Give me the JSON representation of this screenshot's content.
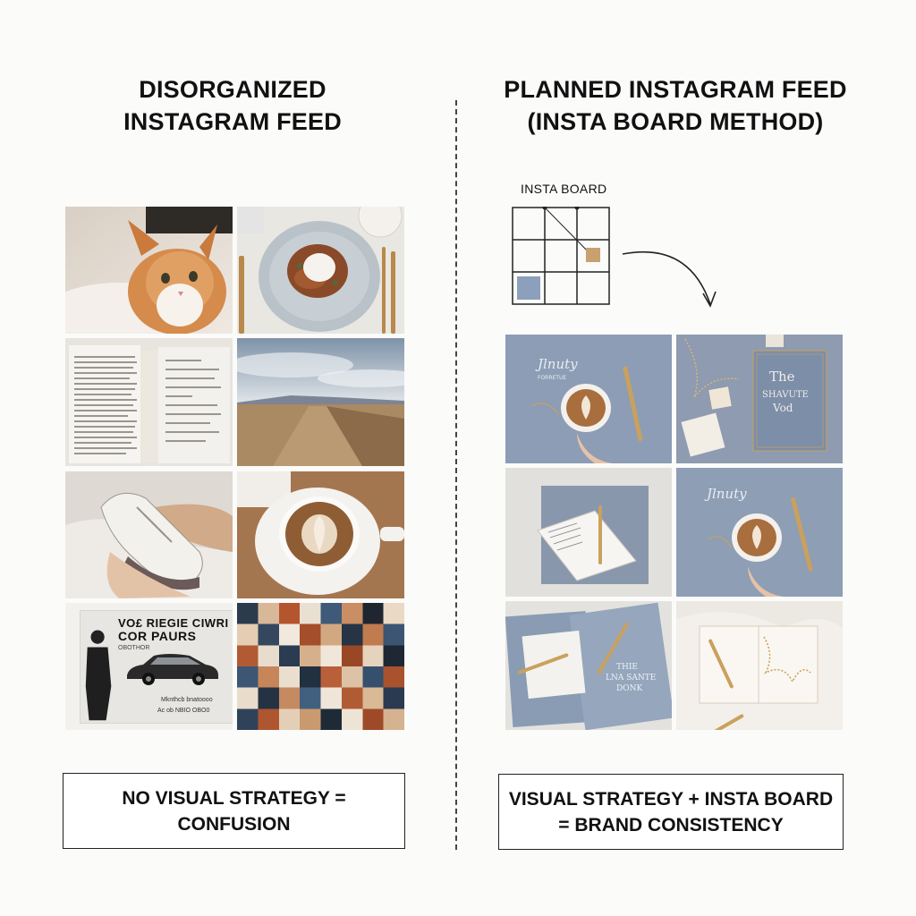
{
  "left": {
    "title_line1": "DISORGANIZED",
    "title_line2": "INSTAGRAM FEED",
    "caption_line1": "NO VISUAL STRATEGY =",
    "caption_line2": "CONFUSION",
    "ad": {
      "headline1": "VO£ RIEGIE CIWRI OE",
      "headline2": "COR PAURS",
      "small": "OBOTHOR",
      "footer1": "Mknthcb bnatoooo",
      "footer2": "Ac ob NBIO OBO0"
    }
  },
  "right": {
    "title_line1": "PLANNED INSTAGRAM FEED",
    "title_line2": "(INSTA BOARD METHOD)",
    "board_label": "INSTA BOARD",
    "caption_line1": "VISUAL STRATEGY + INSTA BOARD",
    "caption_line2": "= BRAND CONSISTENCY",
    "book_text1": "The",
    "book_text2": "SHAVUTE",
    "book_text3": "Vod",
    "script_text1": "Jlnuty",
    "script_text2": "FORRETUE",
    "doc_text1": "THIE",
    "doc_text2": "LNA SANTE",
    "doc_text3": "DONK"
  },
  "colors": {
    "dusty_blue": "#8c9db5",
    "gold": "#c9a15e",
    "board_accent_tan": "#c9a070",
    "board_accent_blue": "#8da0bb"
  }
}
